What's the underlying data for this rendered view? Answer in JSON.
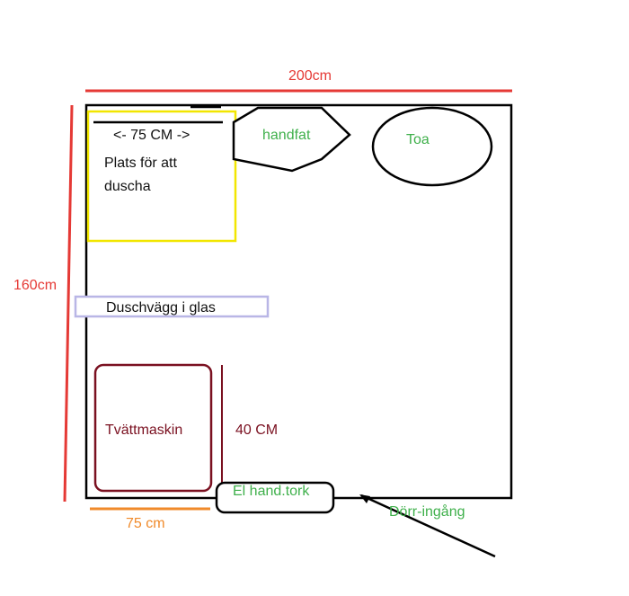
{
  "colors": {
    "wall": "#000000",
    "dimension_red": "#e53935",
    "dimension_orange": "#f08a2a",
    "shower_outline": "#f2e600",
    "glass_wall": "#b9b6e6",
    "washer": "#7a1020",
    "label_green": "#3fb04b",
    "label_black": "#111111"
  },
  "dimensions": {
    "width": "200cm",
    "height": "160cm",
    "washer_width": "75 cm",
    "washer_depth": "40 CM",
    "shower_width": "<- 75 CM ->"
  },
  "fixtures": {
    "sink": "handfat",
    "toilet": "Toa",
    "shower_line1": "Plats för att",
    "shower_line2": "duscha",
    "glass_wall": "Duschvägg i glas",
    "washer": "Tvättmaskin",
    "towel_warmer": "El hand.tork",
    "door": "Dörr-ingång"
  }
}
